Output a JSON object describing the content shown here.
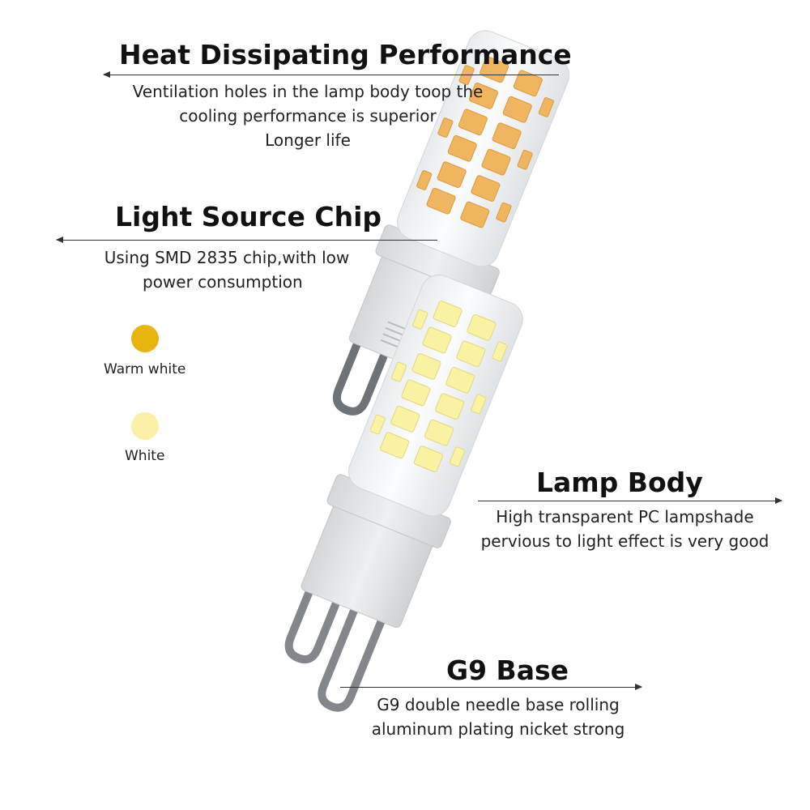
{
  "features": {
    "heat": {
      "title": "Heat Dissipating Performance",
      "lines": [
        "Ventilation holes in the lamp body toop the",
        "cooling performance is superior",
        "Longer life"
      ]
    },
    "chip": {
      "title": "Light Source Chip",
      "lines": [
        "Using SMD 2835 chip,with low",
        "power consumption"
      ]
    },
    "body": {
      "title": "Lamp Body",
      "lines": [
        "High transparent PC lampshade",
        "pervious to light effect is very good"
      ]
    },
    "base": {
      "title": "G9 Base",
      "lines": [
        "G9 double needle base rolling",
        "aluminum plating nicket strong"
      ]
    }
  },
  "colors": [
    {
      "label": "Warm white",
      "color": "#e8b50e"
    },
    {
      "label": "White",
      "color": "#fbf0a6"
    }
  ]
}
